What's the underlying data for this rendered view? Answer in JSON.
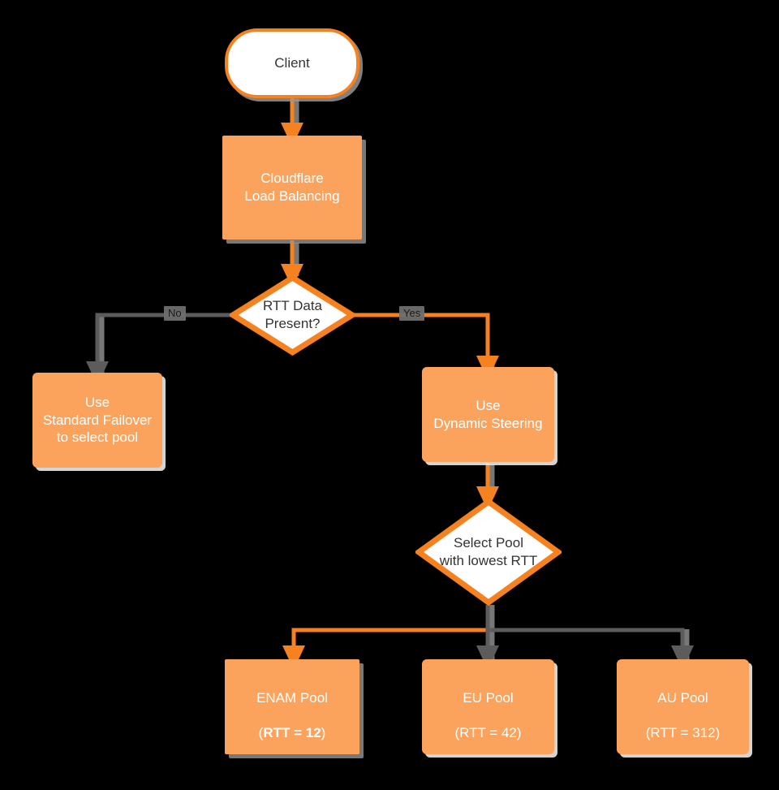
{
  "diagram": {
    "title": "Cloudflare Load Balancing RTT steering decision flow",
    "background_color": "#000000",
    "accent_color": "#f6821f",
    "node_fill_color": "#fba35c",
    "inactive_edge_color": "#6e6e6e",
    "active_edge_color": "#f6821f",
    "nodes": [
      {
        "id": "client",
        "label": "Client",
        "shape": "stadium",
        "style": "white-fill-orange-border"
      },
      {
        "id": "lb",
        "label": "Cloudflare\nLoad Balancing",
        "shape": "rect",
        "style": "orange-fill"
      },
      {
        "id": "rtt_present",
        "label": "RTT Data\nPresent?",
        "shape": "diamond",
        "style": "white-fill-orange-border"
      },
      {
        "id": "failover",
        "label": "Use\nStandard Failover\nto select pool",
        "shape": "rect",
        "style": "orange-fill"
      },
      {
        "id": "dynamic",
        "label": "Use\nDynamic Steering",
        "shape": "rect",
        "style": "orange-fill"
      },
      {
        "id": "select_pool",
        "label": "Select Pool\nwith lowest RTT",
        "shape": "diamond",
        "style": "white-fill-orange-border"
      },
      {
        "id": "enam",
        "label_line1": "ENAM Pool",
        "label_line2_prefix": "(",
        "label_line2_bold": "RTT = 12",
        "label_line2_suffix": ")",
        "shape": "rect",
        "style": "orange-fill",
        "selected": true
      },
      {
        "id": "eu",
        "label_line1": "EU Pool",
        "label_line2_prefix": "(",
        "label_line2_bold": "RTT = 42",
        "label_line2_suffix": ")",
        "shape": "rect",
        "style": "orange-fill",
        "selected": false
      },
      {
        "id": "au",
        "label_line1": "AU Pool",
        "label_line2_prefix": "(",
        "label_line2_bold": "RTT = 312",
        "label_line2_suffix": ")",
        "shape": "rect",
        "style": "orange-fill",
        "selected": false
      }
    ],
    "edges": [
      {
        "from": "client",
        "to": "lb",
        "label": "",
        "color": "active"
      },
      {
        "from": "lb",
        "to": "rtt_present",
        "label": "",
        "color": "active"
      },
      {
        "from": "rtt_present",
        "to": "failover",
        "label": "No",
        "color": "inactive"
      },
      {
        "from": "rtt_present",
        "to": "dynamic",
        "label": "Yes",
        "color": "active"
      },
      {
        "from": "dynamic",
        "to": "select_pool",
        "label": "",
        "color": "active"
      },
      {
        "from": "select_pool",
        "to": "enam",
        "label": "",
        "color": "active"
      },
      {
        "from": "select_pool",
        "to": "eu",
        "label": "",
        "color": "inactive"
      },
      {
        "from": "select_pool",
        "to": "au",
        "label": "",
        "color": "inactive"
      }
    ],
    "edge_labels": {
      "no": "No",
      "yes": "Yes"
    }
  }
}
